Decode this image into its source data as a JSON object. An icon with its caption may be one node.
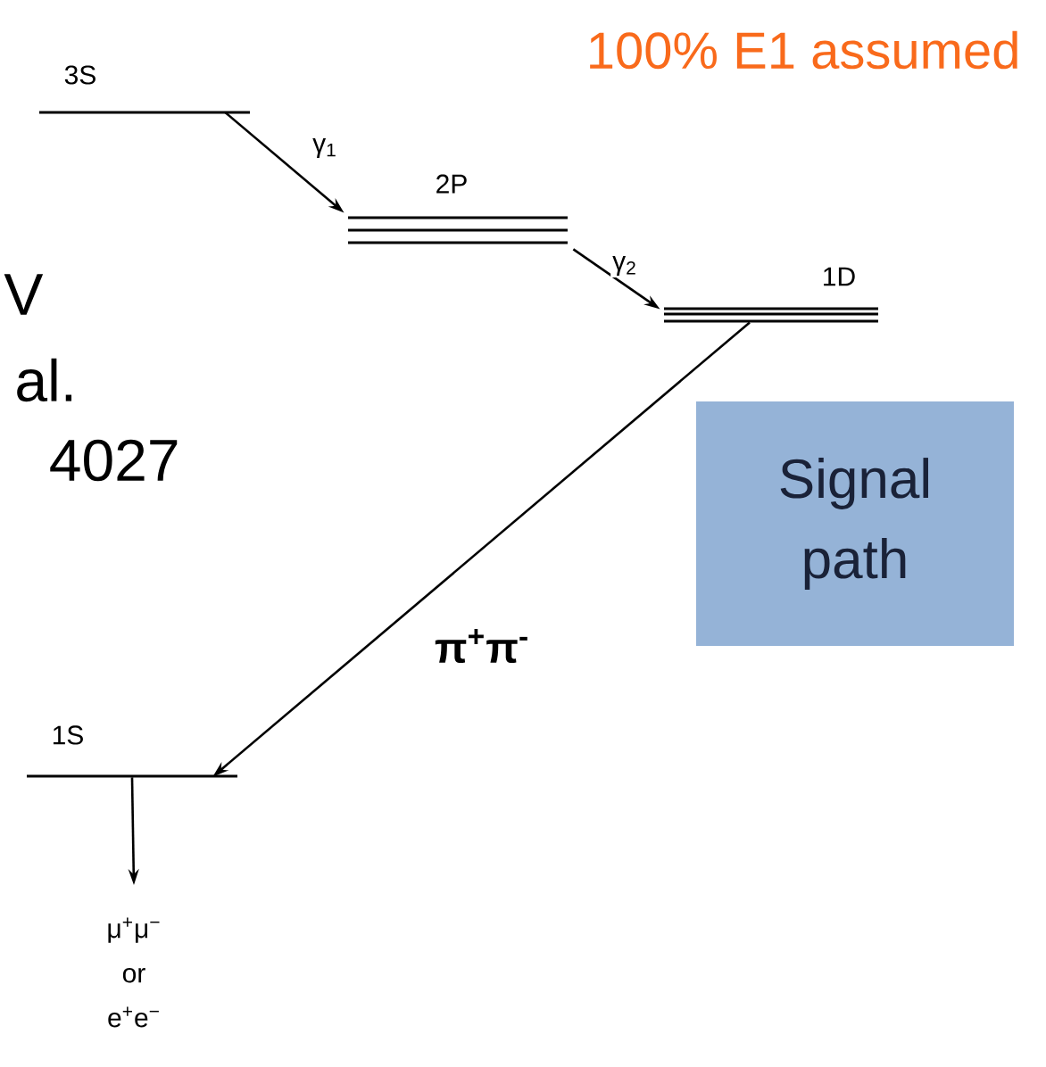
{
  "diagram": {
    "nodes": [
      {
        "text": [
          "3S"
        ]
      },
      {
        "text": [
          "2P"
        ]
      },
      {
        "text": [
          "1D"
        ]
      },
      {
        "text": [
          "1S"
        ]
      },
      {
        "text": [
          "μ$^{+}$μ$^{−}$ or e$^{+}$e$^{−}$"
        ]
      },
      {
        "text": [
          "Signal path"
        ]
      }
    ],
    "edges": [
      {
        "from": 0,
        "to": 1,
        "arrow": "to",
        "label": "γ$_{1}$"
      },
      {
        "from": 1,
        "to": 2,
        "arrow": "to",
        "label": "γ$_{2}$"
      },
      {
        "from": 2,
        "to": 3,
        "arrow": "to",
        "label": "π$^{+}$π$^{-}$"
      },
      {
        "from": 3,
        "to": 4,
        "arrow": "to"
      }
    ],
    "labels": [
      "100% E1 assumed",
      "V",
      "al.",
      "4027"
    ]
  }
}
